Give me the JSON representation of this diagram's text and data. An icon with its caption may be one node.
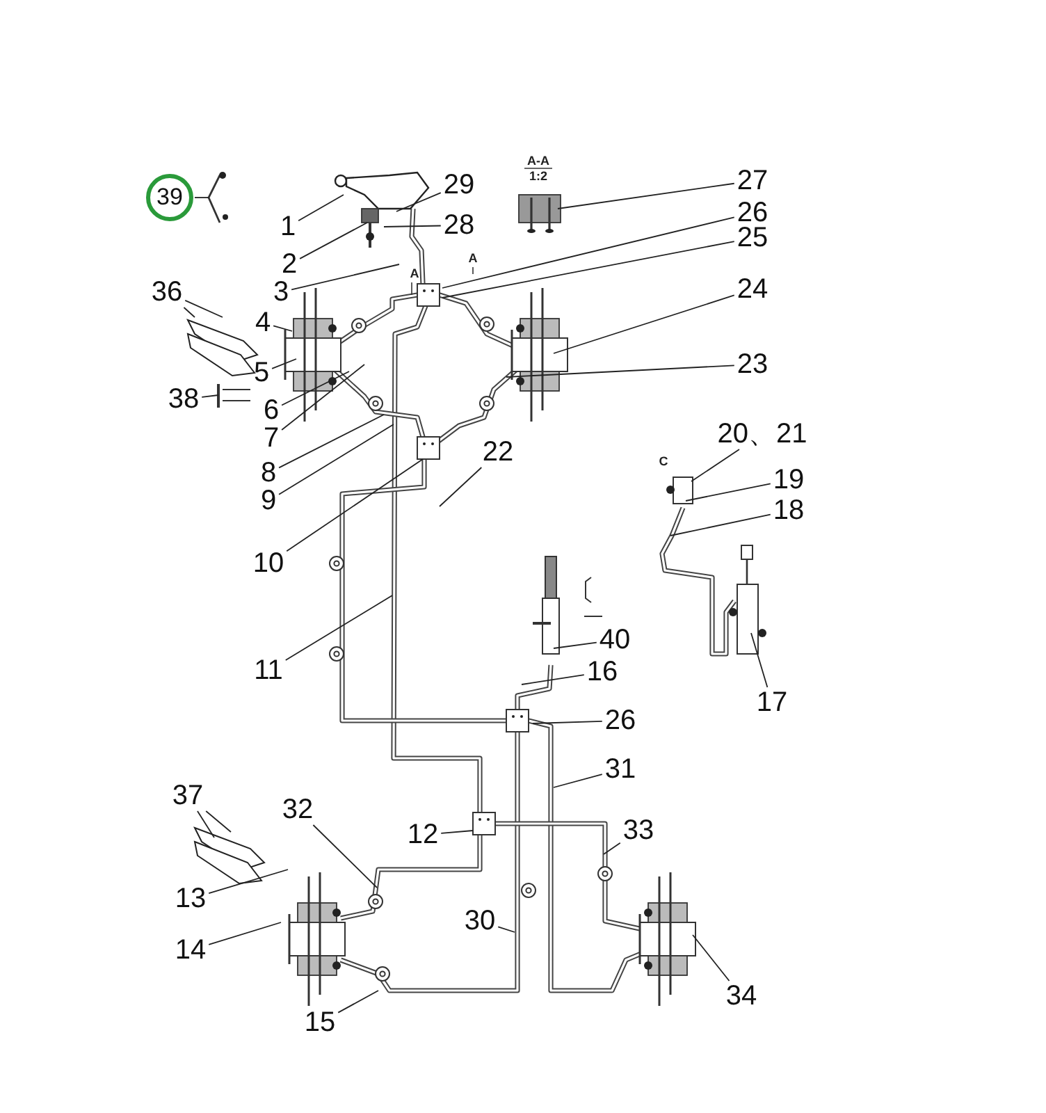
{
  "diagram": {
    "nodes": [
      {
        "text": [
          "39"
        ]
      },
      {
        "text": [
          "29"
        ]
      },
      {
        "text": [
          "1"
        ]
      },
      {
        "text": [
          "28"
        ]
      },
      {
        "text": [
          "2"
        ]
      },
      {
        "text": [
          "27"
        ]
      },
      {
        "text": [
          "26"
        ]
      },
      {
        "text": [
          "25"
        ]
      },
      {
        "text": [
          "3"
        ]
      },
      {
        "text": [
          "36"
        ]
      },
      {
        "text": [
          "4"
        ]
      },
      {
        "text": [
          "24"
        ]
      },
      {
        "text": [
          "5"
        ]
      },
      {
        "text": [
          "23"
        ]
      },
      {
        "text": [
          "38"
        ]
      },
      {
        "text": [
          "6"
        ]
      },
      {
        "text": [
          "7"
        ]
      },
      {
        "text": [
          "20、21"
        ]
      },
      {
        "text": [
          "22"
        ]
      },
      {
        "text": [
          "8"
        ]
      },
      {
        "text": [
          "19"
        ]
      },
      {
        "text": [
          "9"
        ]
      },
      {
        "text": [
          "18"
        ]
      },
      {
        "text": [
          "10"
        ]
      },
      {
        "text": [
          "40"
        ]
      },
      {
        "text": [
          "11"
        ]
      },
      {
        "text": [
          "16"
        ]
      },
      {
        "text": [
          "17"
        ]
      },
      {
        "text": [
          "26"
        ]
      },
      {
        "text": [
          "31"
        ]
      },
      {
        "text": [
          "37"
        ]
      },
      {
        "text": [
          "32"
        ]
      },
      {
        "text": [
          "33"
        ]
      },
      {
        "text": [
          "12"
        ]
      },
      {
        "text": [
          "13"
        ]
      },
      {
        "text": [
          "30"
        ]
      },
      {
        "text": [
          "14"
        ]
      },
      {
        "text": [
          "34"
        ]
      },
      {
        "text": [
          "15"
        ]
      }
    ],
    "edges": [
      {
        "from": 0,
        "to": null,
        "arrow": "none"
      },
      {
        "from": 1,
        "to": null,
        "arrow": "none"
      },
      {
        "from": 2,
        "to": null,
        "arrow": "none"
      },
      {
        "from": 3,
        "to": null,
        "arrow": "none"
      },
      {
        "from": 4,
        "to": null,
        "arrow": "none"
      },
      {
        "from": 5,
        "to": null,
        "arrow": "none"
      },
      {
        "from": 6,
        "to": null,
        "arrow": "none"
      },
      {
        "from": 7,
        "to": null,
        "arrow": "none"
      },
      {
        "from": 8,
        "to": null,
        "arrow": "none"
      },
      {
        "from": 9,
        "to": null,
        "arrow": "none"
      },
      {
        "from": 9,
        "to": null,
        "arrow": "none"
      },
      {
        "from": 10,
        "to": null,
        "arrow": "none"
      },
      {
        "from": 11,
        "to": null,
        "arrow": "none"
      },
      {
        "from": 12,
        "to": null,
        "arrow": "none"
      },
      {
        "from": 13,
        "to": null,
        "arrow": "none"
      },
      {
        "from": 14,
        "to": null,
        "arrow": "none"
      },
      {
        "from": 15,
        "to": null,
        "arrow": "none"
      },
      {
        "from": 16,
        "to": null,
        "arrow": "none"
      },
      {
        "from": 17,
        "to": null,
        "arrow": "none"
      },
      {
        "from": 18,
        "to": null,
        "arrow": "none"
      },
      {
        "from": 19,
        "to": null,
        "arrow": "none"
      },
      {
        "from": 20,
        "to": null,
        "arrow": "none"
      },
      {
        "from": 21,
        "to": null,
        "arrow": "none"
      },
      {
        "from": 22,
        "to": null,
        "arrow": "none"
      },
      {
        "from": 23,
        "to": null,
        "arrow": "none"
      },
      {
        "from": 24,
        "to": null,
        "arrow": "none"
      },
      {
        "from": 25,
        "to": null,
        "arrow": "none"
      },
      {
        "from": 26,
        "to": null,
        "arrow": "none"
      },
      {
        "from": 27,
        "to": null,
        "arrow": "none"
      },
      {
        "from": 28,
        "to": null,
        "arrow": "none"
      },
      {
        "from": 29,
        "to": null,
        "arrow": "none"
      },
      {
        "from": 30,
        "to": null,
        "arrow": "none"
      },
      {
        "from": 30,
        "to": null,
        "arrow": "none"
      },
      {
        "from": 31,
        "to": null,
        "arrow": "none"
      },
      {
        "from": 32,
        "to": null,
        "arrow": "none"
      },
      {
        "from": 33,
        "to": null,
        "arrow": "none"
      },
      {
        "from": 34,
        "to": null,
        "arrow": "none"
      },
      {
        "from": 35,
        "to": null,
        "arrow": "none"
      },
      {
        "from": 36,
        "to": null,
        "arrow": "none"
      },
      {
        "from": 37,
        "to": null,
        "arrow": "none"
      },
      {
        "from": 38,
        "to": null,
        "arrow": "none"
      }
    ],
    "labels": [
      "A-A",
      "1:2",
      "A",
      "A",
      "C"
    ]
  }
}
